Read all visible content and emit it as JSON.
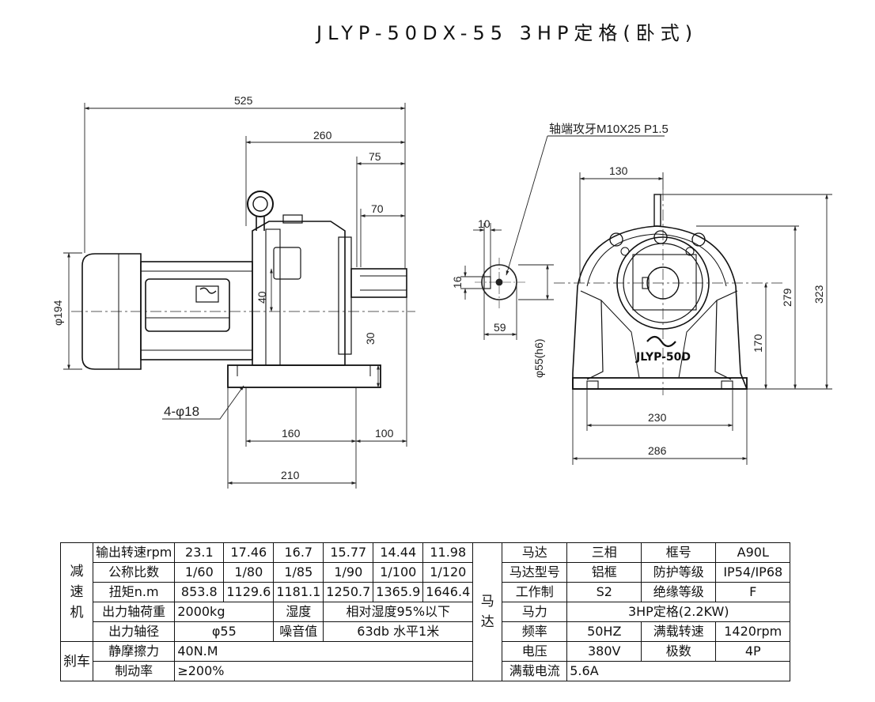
{
  "title": "JLYP-50DX-55  3HP定格(卧式)",
  "side_view": {
    "dims": {
      "overall_length": "525",
      "gear_length": "260",
      "shaft_length": "75",
      "key_length": "70",
      "motor_diameter": "φ194",
      "shaft_height": "40",
      "base_height": "30",
      "foot_spacing": "160",
      "shaft_offset": "100",
      "base_length": "210",
      "holes": "4-φ18"
    }
  },
  "shaft_detail": {
    "note": "轴端攻牙M10X25 P1.5",
    "dims": {
      "key_width": "10",
      "key_height": "16",
      "shaft_extent": "59",
      "shaft_diameter": "φ55(h6)"
    }
  },
  "front_view": {
    "label": "JLYP-50D",
    "dims": {
      "top_width": "130",
      "center_height": "170",
      "body_height": "279",
      "total_height": "323",
      "hole_spacing": "230",
      "base_width": "286"
    }
  },
  "table": {
    "reducer_side": "减速机",
    "brake_side": "刹车",
    "motor_side": "马达",
    "r1": {
      "label": "输出转速rpm",
      "v": [
        "23.1",
        "17.46",
        "16.7",
        "15.77",
        "14.44",
        "11.98"
      ]
    },
    "r2": {
      "label": "公称比数",
      "v": [
        "1/60",
        "1/80",
        "1/85",
        "1/90",
        "1/100",
        "1/120"
      ]
    },
    "r3": {
      "label": "扭矩n.m",
      "v": [
        "853.8",
        "1129.6",
        "1181.1",
        "1250.7",
        "1365.9",
        "1646.4"
      ]
    },
    "r4": {
      "label": "出力轴荷重",
      "load": "2000kg",
      "humidity_label": "湿度",
      "humidity": "相对湿度95%以下"
    },
    "r5": {
      "label": "出力轴径",
      "diameter": "φ55",
      "noise_label": "噪音值",
      "noise": "63db 水平1米"
    },
    "b1": {
      "label": "静摩擦力",
      "value": "40N.M"
    },
    "b2": {
      "label": "制动率",
      "value": "≥200%"
    },
    "motor": {
      "m1": [
        "马达",
        "三相",
        "框号",
        "A90L"
      ],
      "m2": [
        "马达型号",
        "铝框",
        "防护等级",
        "IP54/IP68"
      ],
      "m3": [
        "工作制",
        "S2",
        "绝缘等级",
        "F"
      ],
      "m4_label": "马力",
      "m4_value": "3HP定格(2.2KW)",
      "m5": [
        "频率",
        "50HZ",
        "满载转速",
        "1420rpm"
      ],
      "m6": [
        "电压",
        "380V",
        "极数",
        "4P"
      ],
      "m7_label": "满载电流",
      "m7_value": "5.6A"
    }
  }
}
